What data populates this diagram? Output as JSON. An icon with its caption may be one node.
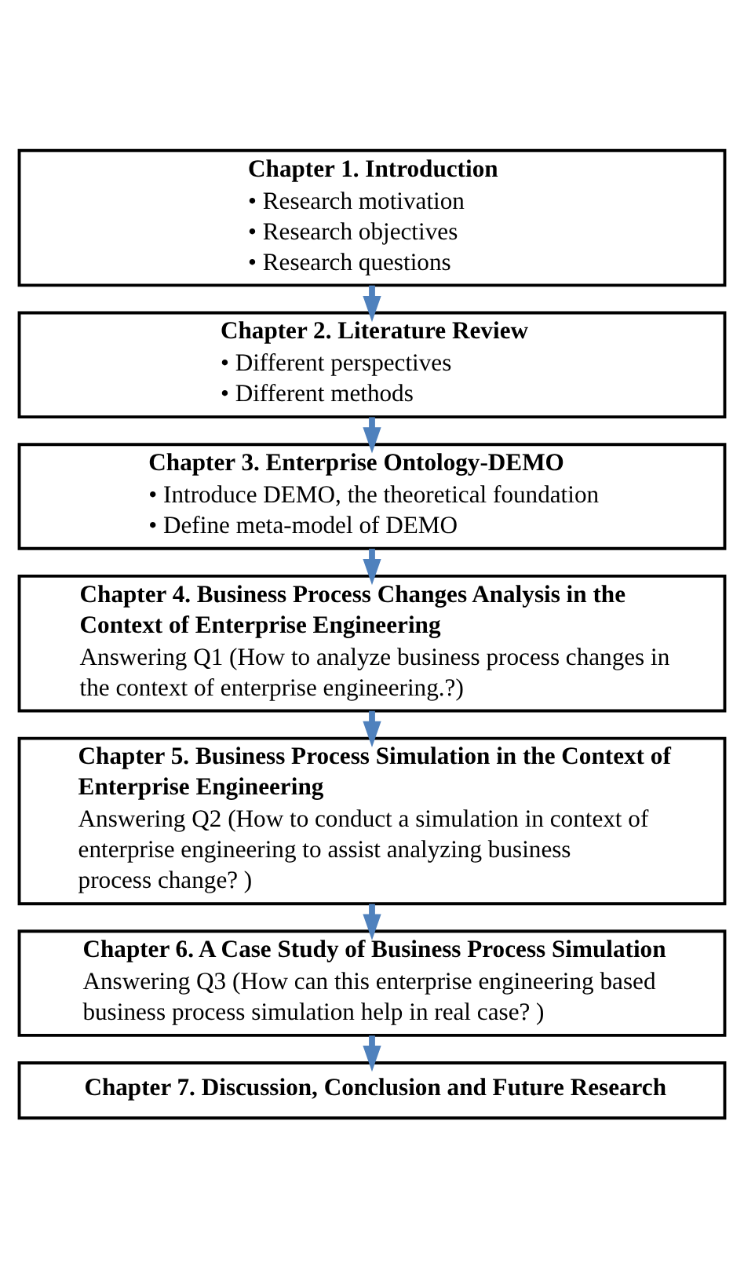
{
  "diagram": {
    "nodes": [
      {
        "text": [
          "Chapter 1. Introduction",
          "• Research motivation",
          "• Research objectives",
          "• Research questions"
        ]
      },
      {
        "text": [
          "Chapter 2. Literature Review",
          "• Different perspectives",
          "• Different methods"
        ]
      },
      {
        "text": [
          "Chapter 3. Enterprise Ontology-DEMO",
          "• Introduce DEMO, the theoretical foundation",
          "• Define meta-model of DEMO"
        ]
      },
      {
        "text": [
          "Chapter 4. Business Process Changes Analysis in the Context of Enterprise Engineering",
          "Answering Q1 (How to analyze business process changes in the context of enterprise engineering.?)"
        ]
      },
      {
        "text": [
          "Chapter 5. Business Process Simulation in the Context of Enterprise Engineering",
          "Answering Q2 (How to conduct a simulation in context of enterprise engineering to assist analyzing business process change? )"
        ]
      },
      {
        "text": [
          "Chapter 6. A Case Study of Business Process Simulation",
          "Answering Q3 (How can this enterprise engineering based business process simulation help in real case? )"
        ]
      },
      {
        "text": [
          "Chapter 7. Discussion, Conclusion and Future Research"
        ]
      }
    ],
    "edges": [
      {
        "from": 0,
        "to": 1,
        "arrow": "to"
      },
      {
        "from": 1,
        "to": 2,
        "arrow": "to"
      },
      {
        "from": 2,
        "to": 3,
        "arrow": "to"
      },
      {
        "from": 3,
        "to": 4,
        "arrow": "to"
      },
      {
        "from": 4,
        "to": 5,
        "arrow": "to"
      },
      {
        "from": 5,
        "to": 6,
        "arrow": "to"
      }
    ]
  }
}
